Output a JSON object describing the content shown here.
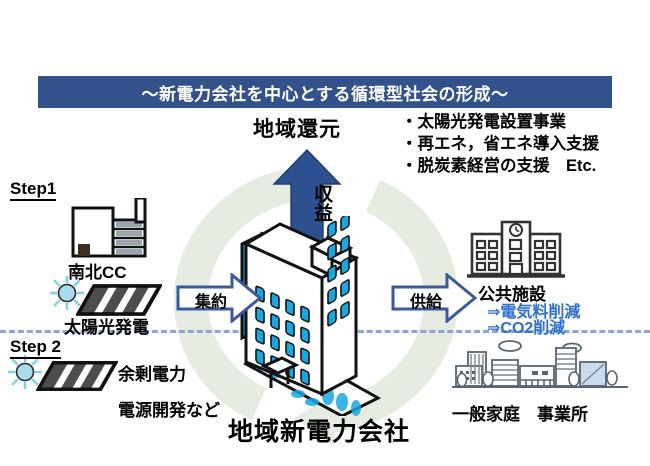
{
  "title": {
    "text": "〜新電力会社を中心とする循環型社会の形成〜",
    "background_color": "#33528c",
    "text_color": "#ffffff"
  },
  "headline": {
    "community_return": "地域還元"
  },
  "revenue_arrow": {
    "label": "収益",
    "direction": "up",
    "color": "#2d5090"
  },
  "bullets": {
    "items": [
      "・太陽光発電設置事業",
      "・再エネ，省エネ導入支援",
      "・脱炭素経営の支援　Etc."
    ]
  },
  "steps": {
    "step1": {
      "label": "Step1",
      "factory_name": "南北CC",
      "solar_label": "太陽光発電",
      "icons": {
        "factory": "factory-icon",
        "sun": "sun-icon",
        "panel": "solar-panel-icon"
      }
    },
    "step2": {
      "label": "Step 2",
      "line1": "余剰電力",
      "line2": "電源開発など",
      "icons": {
        "sun": "sun-icon",
        "panel": "solar-panel-icon"
      }
    }
  },
  "flow": {
    "left_arrow_label": "集約",
    "right_arrow_label": "供給",
    "arrow_fill": "#ffffff",
    "arrow_stroke": "#3a5a9a"
  },
  "center": {
    "company_name": "地域新電力会社",
    "icon": "office-building-icon",
    "accent_color": "#18a8e0"
  },
  "outputs": {
    "public_facility": {
      "label": "公共施設",
      "icon": "public-building-icon",
      "benefits": [
        "⇒電気料削減",
        "⇒CO2削減"
      ],
      "benefit_color": "#2f6fd0"
    },
    "city": {
      "label": "一般家庭　事業所",
      "icon": "cityscape-icon"
    }
  },
  "background": {
    "recycle_ring": "recycle-arrow-ring",
    "recycle_color": "#e6ebe2",
    "divider_color": "#8ba6d6"
  }
}
